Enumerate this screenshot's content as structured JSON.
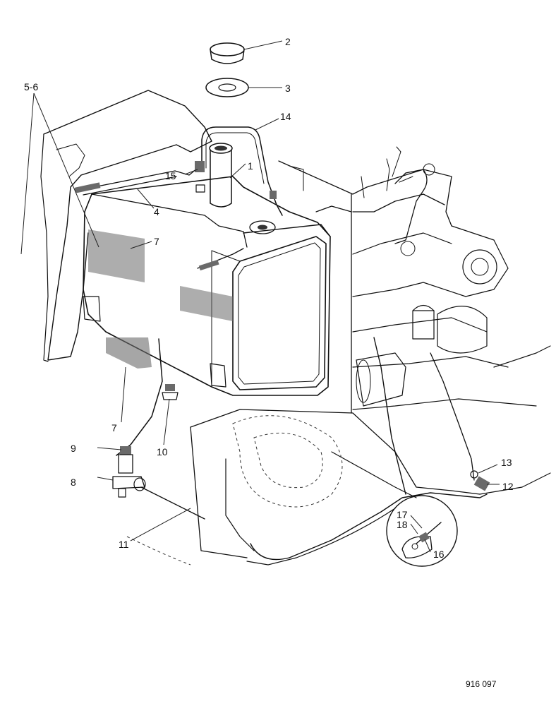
{
  "callouts": {
    "c1": "1",
    "c2": "2",
    "c3": "3",
    "c4": "4",
    "c5_6": "5-6",
    "c7a": "7",
    "c7b": "7",
    "c8": "8",
    "c9": "9",
    "c10": "10",
    "c11": "11",
    "c12": "12",
    "c13": "13",
    "c14": "14",
    "c15": "15",
    "c16": "16",
    "c17": "17",
    "c18": "18"
  },
  "figure_reference": "916 097"
}
